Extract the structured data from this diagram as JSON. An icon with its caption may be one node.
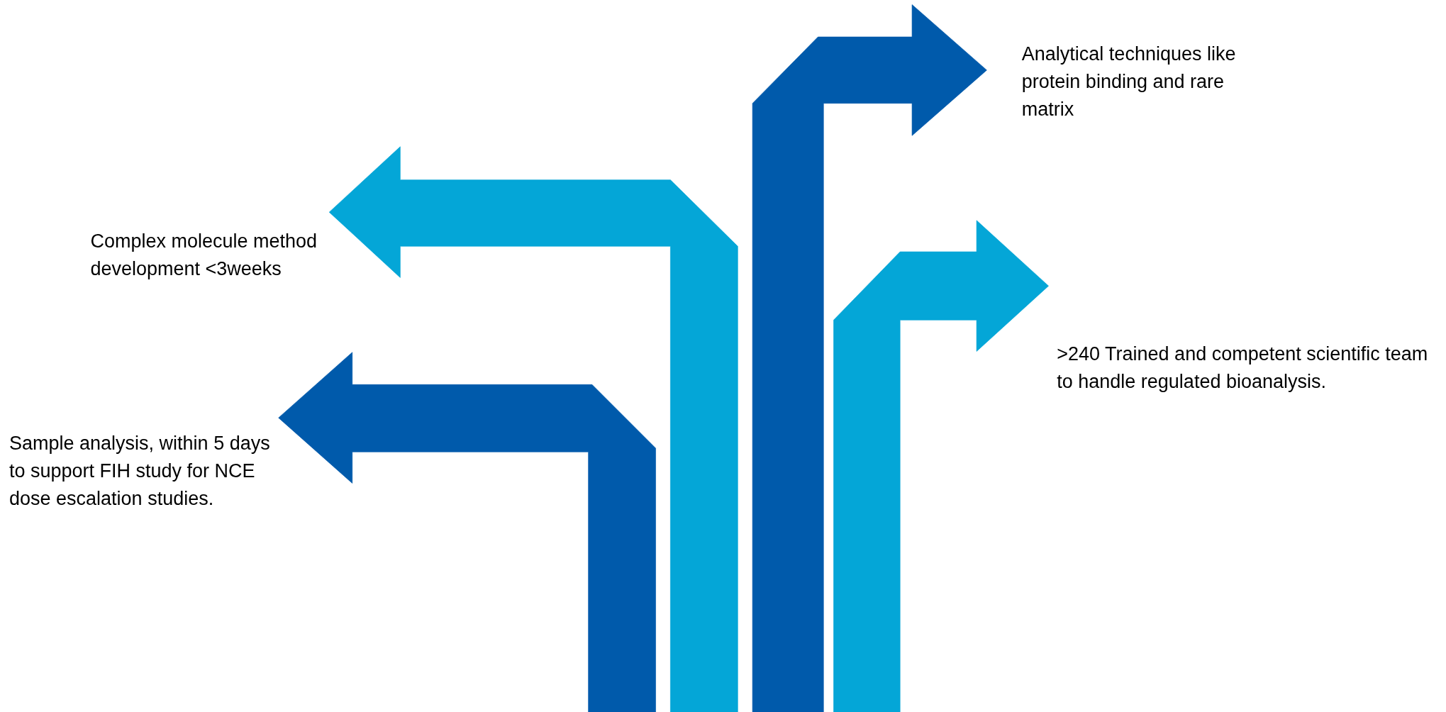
{
  "diagram": {
    "nodes": [
      {
        "text": [
          "Analytical techniques like protein binding and rare matrix"
        ]
      },
      {
        "text": [
          "Complex molecule method development <3weeks"
        ]
      },
      {
        "text": [
          ">240 Trained and competent scientific team to handle regulated bioanalysis."
        ]
      },
      {
        "text": [
          "Sample analysis, within 5 days to support FIH study for NCE dose escalation studies."
        ]
      }
    ],
    "edges": [
      {
        "from": null,
        "to": 0,
        "arrow": "to",
        "style": "thick",
        "color": "#005aab"
      },
      {
        "from": null,
        "to": 1,
        "arrow": "to",
        "style": "thick",
        "color": "#04a6d7"
      },
      {
        "from": null,
        "to": 2,
        "arrow": "to",
        "style": "thick",
        "color": "#04a6d7"
      },
      {
        "from": null,
        "to": 3,
        "arrow": "to",
        "style": "thick",
        "color": "#005aab"
      }
    ]
  }
}
